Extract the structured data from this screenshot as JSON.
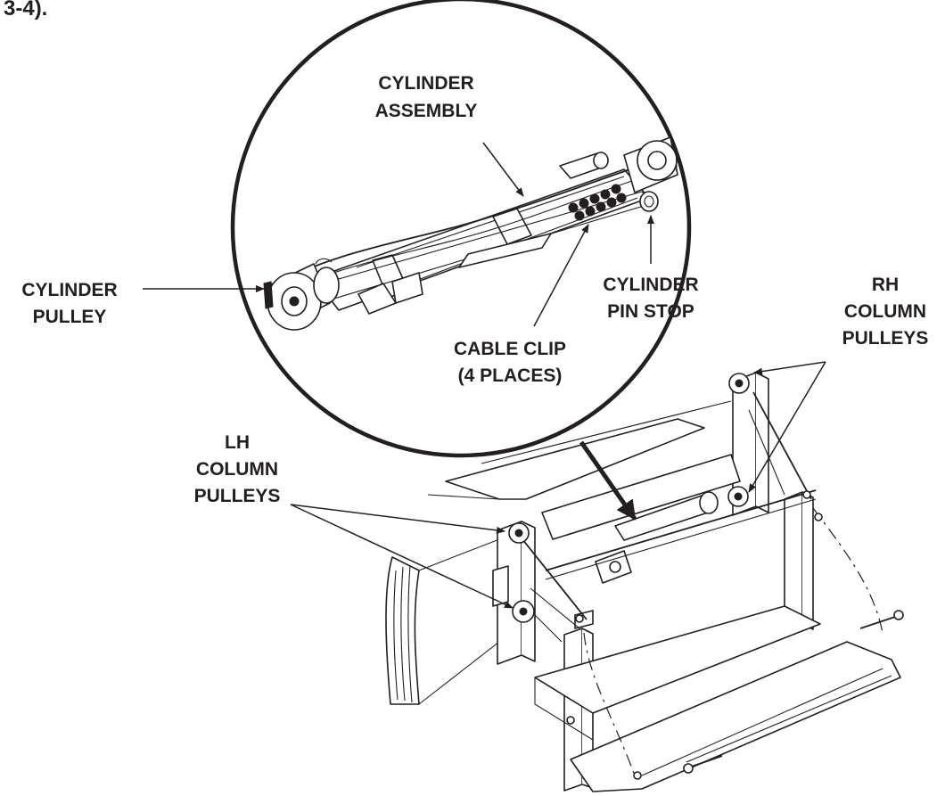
{
  "heading_fragment": "3-4).",
  "labels": {
    "cylinder_assembly": [
      "CYLINDER",
      "ASSEMBLY"
    ],
    "cylinder_pulley": [
      "CYLINDER",
      "PULLEY"
    ],
    "cylinder_pin_stop": [
      "CYLINDER",
      "PIN STOP"
    ],
    "cable_clip": [
      "CABLE CLIP",
      "(4 PLACES)"
    ],
    "rh_column_pulleys": [
      "RH",
      "COLUMN",
      "PULLEYS"
    ],
    "lh_column_pulleys": [
      "LH",
      "COLUMN",
      "PULLEYS"
    ]
  },
  "colors": {
    "ink": "#231f20",
    "paper": "#ffffff"
  }
}
